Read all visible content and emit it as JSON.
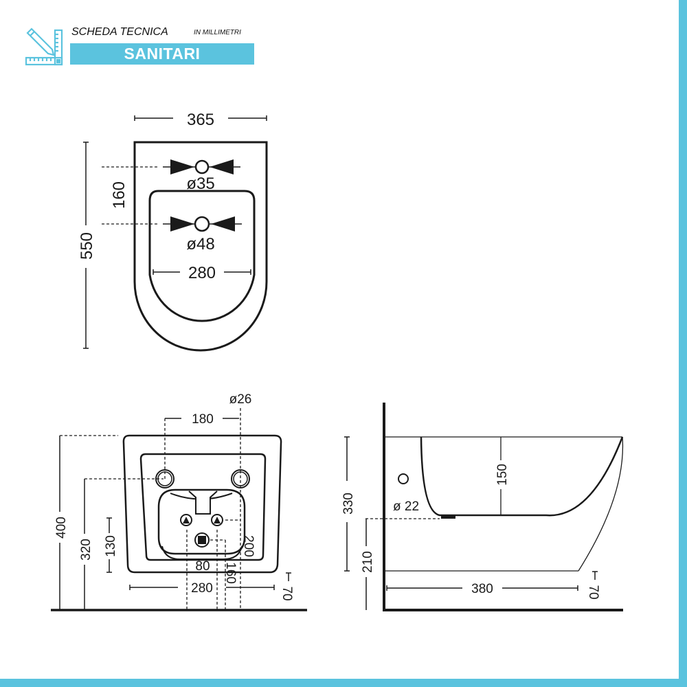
{
  "header": {
    "title": "SCHEDA TECNICA",
    "subtitle": "IN MILLIMETRI",
    "category": "SANITARI",
    "icon": "pencil-ruler-icon",
    "accent_color": "#5bc3de"
  },
  "top_view": {
    "width": "365",
    "length": "550",
    "hole_spacing": "160",
    "hole_upper_diameter": "ø35",
    "hole_lower_diameter": "ø48",
    "bowl_width": "280"
  },
  "front_view": {
    "fixing_hole_diameter": "ø26",
    "fixing_hole_spacing": "180",
    "total_height": "400",
    "fixing_height": "320",
    "inlet_height": "130",
    "outlet_offset": "200",
    "outlet_spacing": "80",
    "outlet_center": "160",
    "base_width": "280",
    "wall_offset": "70"
  },
  "side_view": {
    "height": "330",
    "bowl_depth": "150",
    "inlet_diameter": "ø 22",
    "drain_height": "210",
    "projection": "380",
    "wall_offset": "70"
  }
}
